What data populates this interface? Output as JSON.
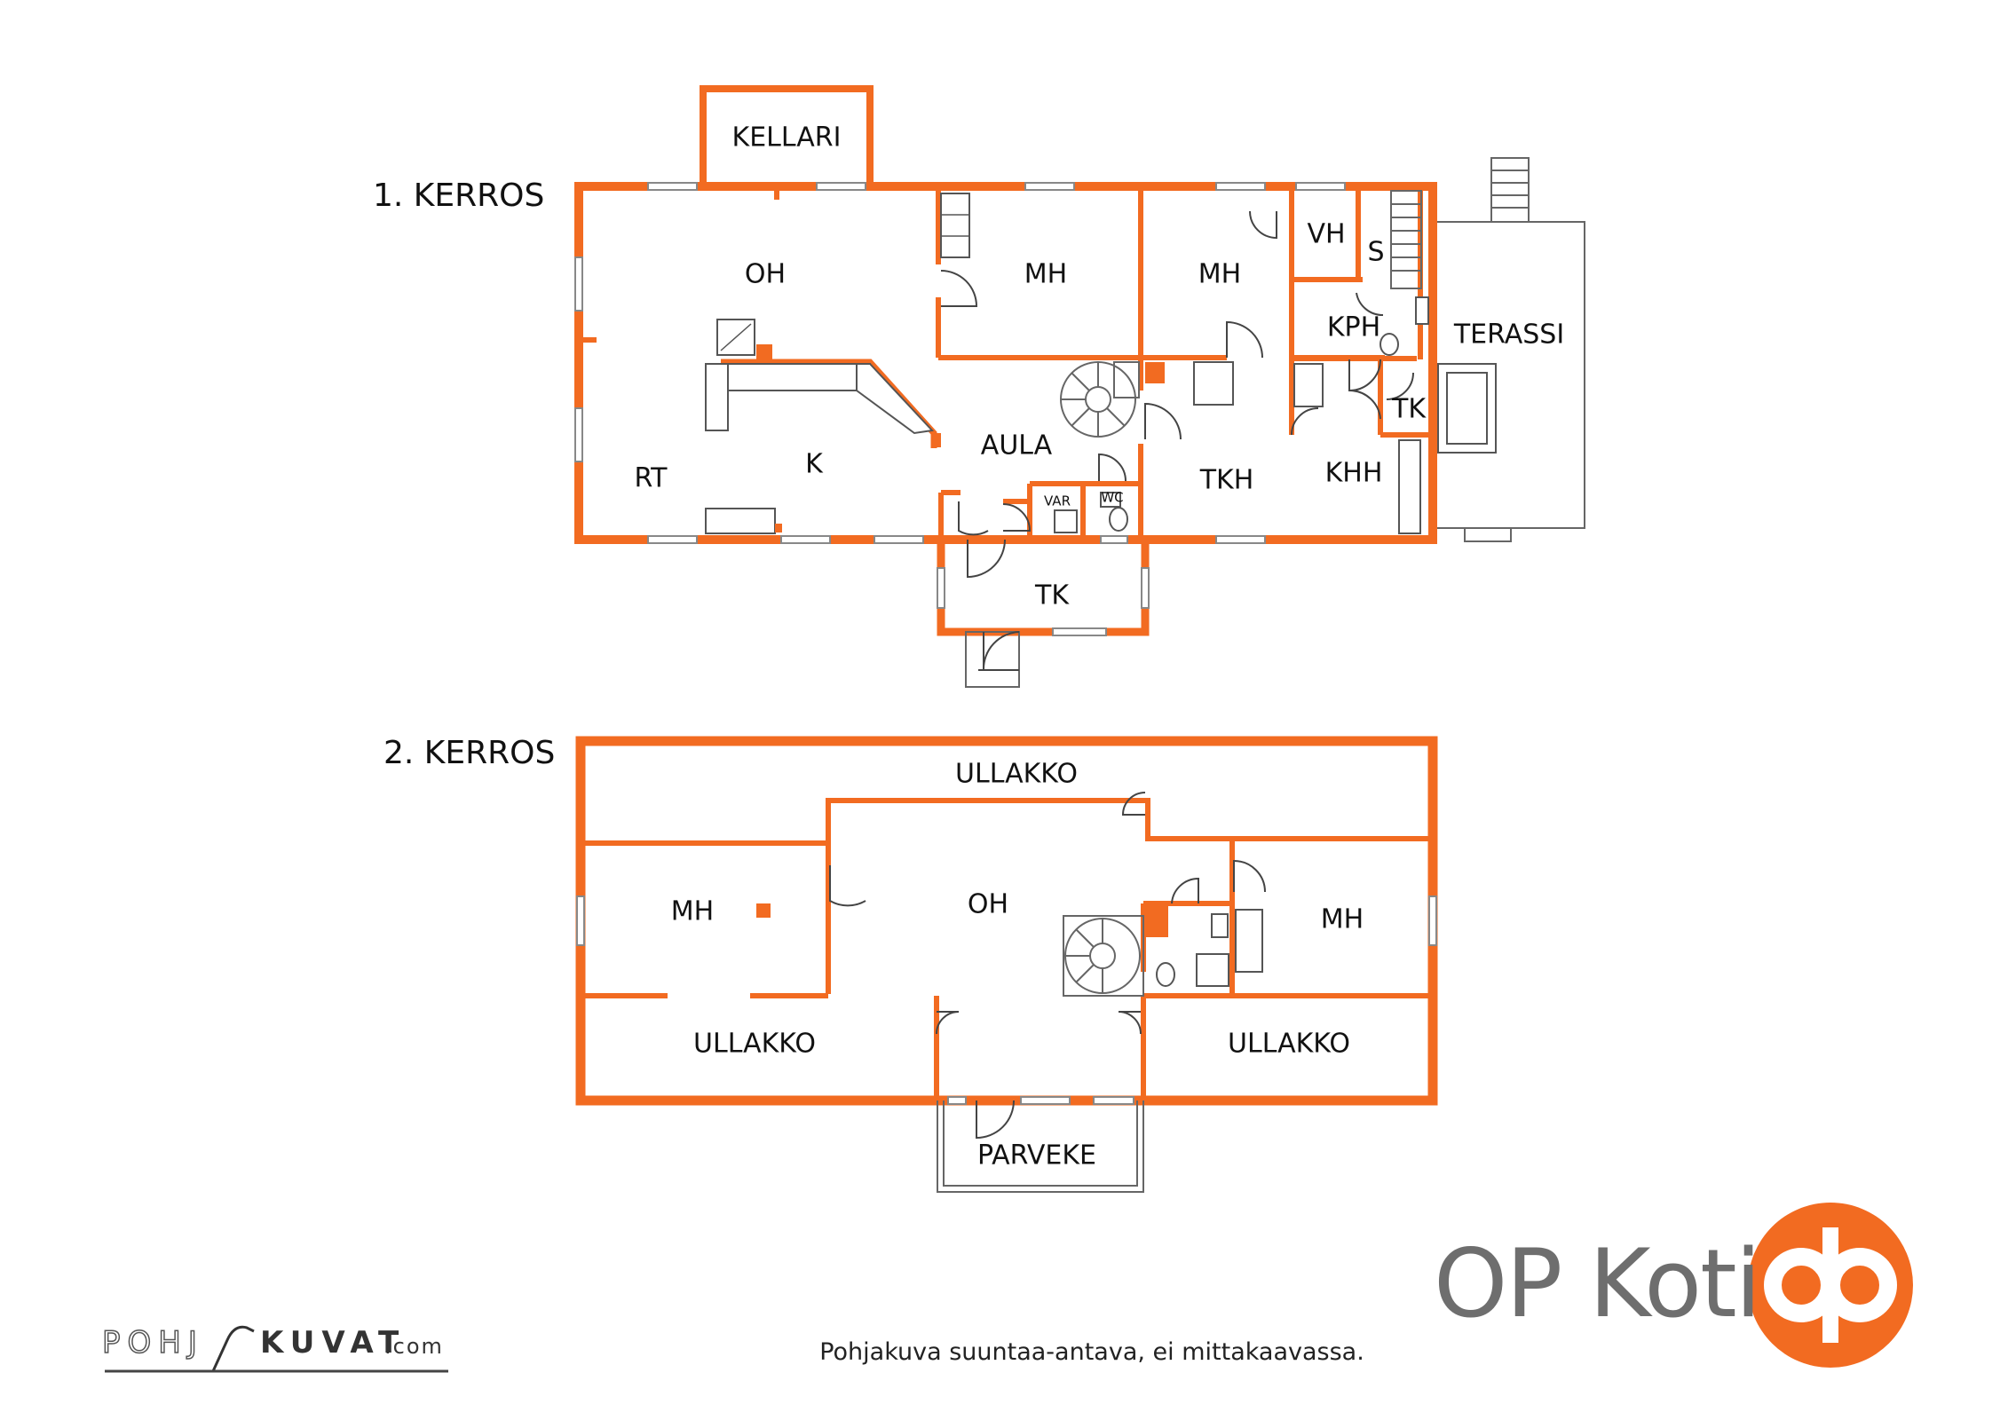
{
  "floors": [
    {
      "title": "1. KERROS"
    },
    {
      "title": "2. KERROS"
    }
  ],
  "rooms_floor1": {
    "kellari": "KELLARI",
    "oh": "OH",
    "mh1": "MH",
    "mh2": "MH",
    "vh": "VH",
    "s": "S",
    "kph": "KPH",
    "terassi": "TERASSI",
    "tk1": "TK",
    "aula": "AULA",
    "rt": "RT",
    "k": "K",
    "var": "VAR",
    "wc": "WC",
    "tkh": "TKH",
    "khh": "KHH",
    "tk2": "TK"
  },
  "rooms_floor2": {
    "ullakko_top": "ULLAKKO",
    "mh_left": "MH",
    "oh": "OH",
    "mh_right": "MH",
    "ullakko_left": "ULLAKKO",
    "ullakko_right": "ULLAKKO",
    "parveke": "PARVEKE"
  },
  "brand": {
    "op_text": "OP Koti",
    "pohja_left": "POHJ",
    "pohja_right": "KUVAT",
    "pohja_suffix": ".com",
    "accent_color": "#f26b21",
    "text_gray": "#6e6e6e"
  },
  "disclaimer": "Pohjakuva suuntaa-antava, ei mittakaavassa."
}
